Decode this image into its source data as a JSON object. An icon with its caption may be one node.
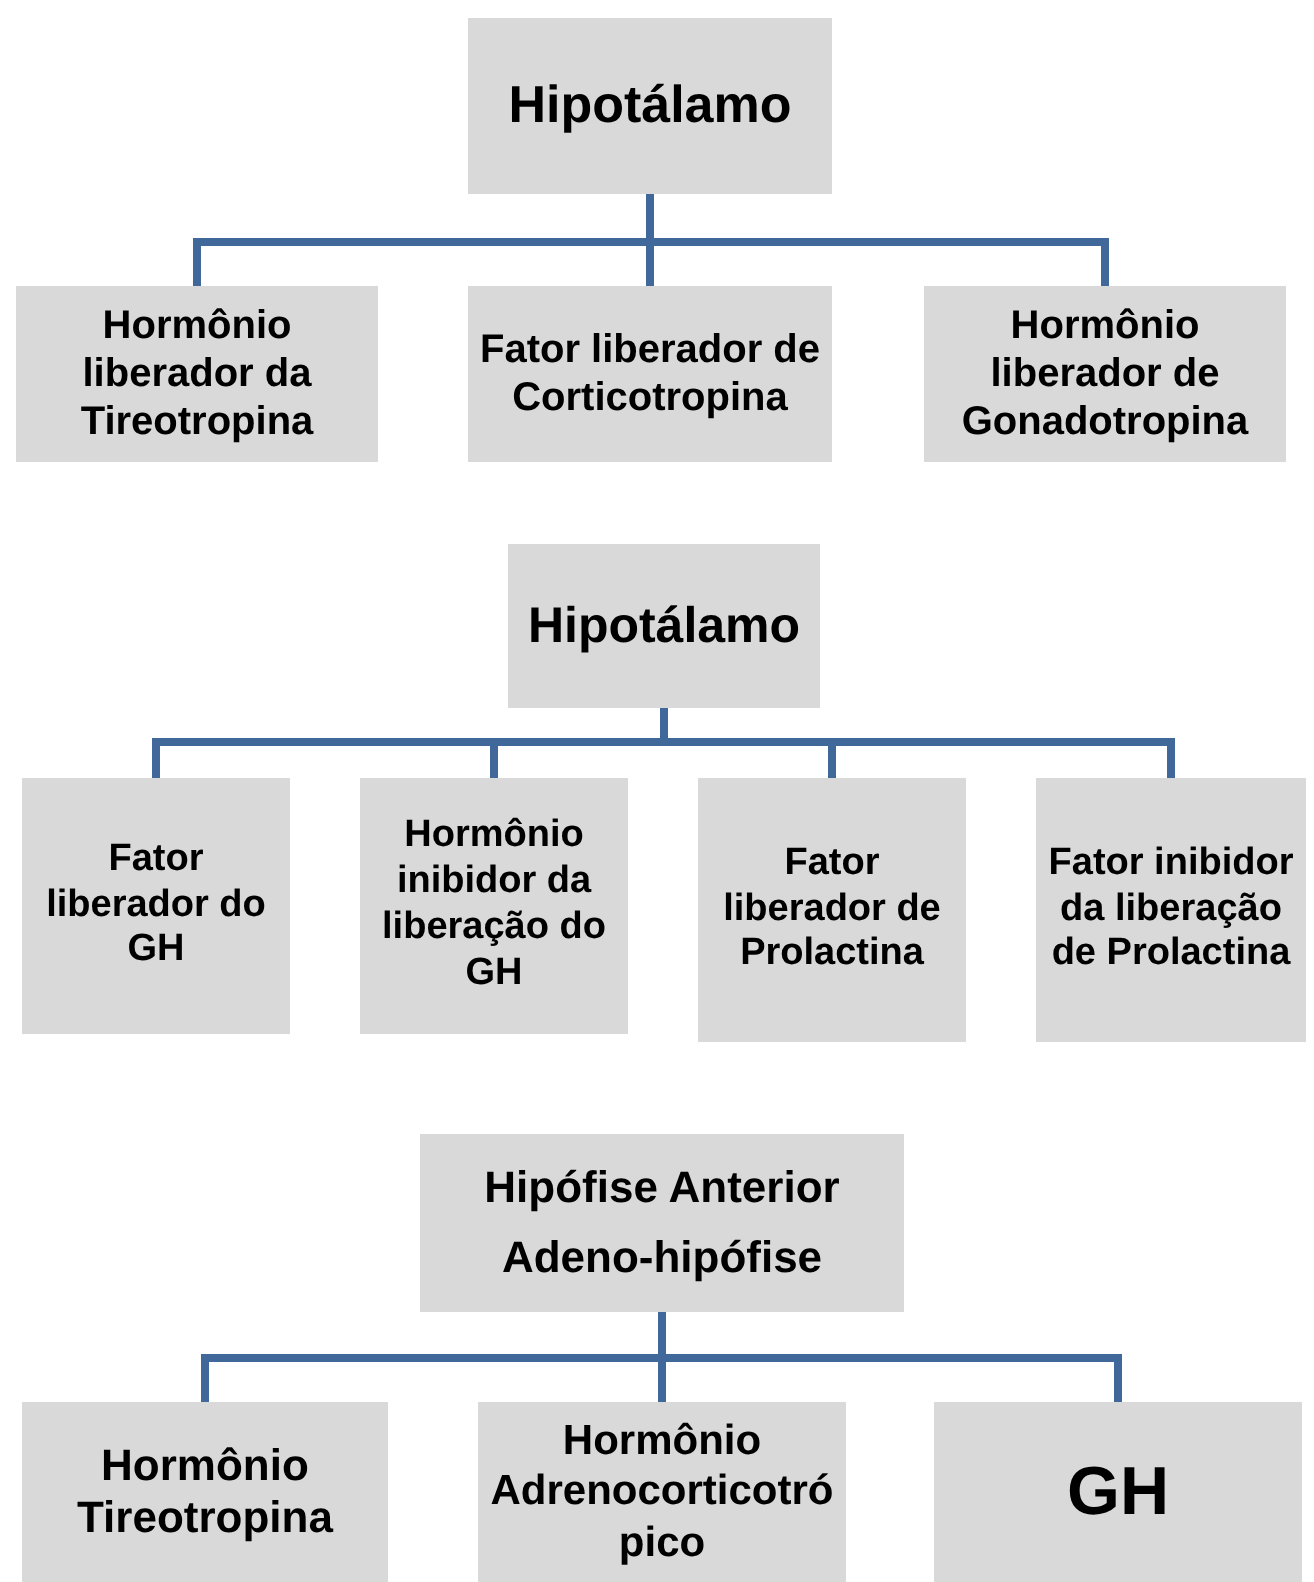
{
  "diagram": {
    "nodes": [
      {
        "text": [
          "Hipotálamo"
        ]
      },
      {
        "text": [
          "Hormônio liberador da Tireotropina"
        ]
      },
      {
        "text": [
          "Fator liberador de Corticotropina"
        ]
      },
      {
        "text": [
          "Hormônio liberador de Gonadotropina"
        ]
      },
      {
        "text": [
          "Hipotálamo"
        ]
      },
      {
        "text": [
          "Fator liberador do GH"
        ]
      },
      {
        "text": [
          "Hormônio inibidor da liberação do GH"
        ]
      },
      {
        "text": [
          "Fator liberador de Prolactina"
        ]
      },
      {
        "text": [
          "Fator inibidor da liberação de Prolactina"
        ]
      },
      {
        "text": [
          "Hipófise Anterior",
          "Adeno-hipófise"
        ]
      },
      {
        "text": [
          "Hormônio Tireotropina"
        ]
      },
      {
        "text": [
          "Hormônio Adrenocorticotrópico"
        ]
      },
      {
        "text": [
          "GH"
        ]
      }
    ],
    "edges": [
      {
        "from": 0,
        "to": 1,
        "arrow": "none"
      },
      {
        "from": 0,
        "to": 2,
        "arrow": "none"
      },
      {
        "from": 0,
        "to": 3,
        "arrow": "none"
      },
      {
        "from": 4,
        "to": 5,
        "arrow": "none"
      },
      {
        "from": 4,
        "to": 6,
        "arrow": "none"
      },
      {
        "from": 4,
        "to": 7,
        "arrow": "none"
      },
      {
        "from": 4,
        "to": 8,
        "arrow": "none"
      },
      {
        "from": 9,
        "to": 10,
        "arrow": "none"
      },
      {
        "from": 9,
        "to": 11,
        "arrow": "none"
      },
      {
        "from": 9,
        "to": 12,
        "arrow": "none"
      }
    ]
  }
}
